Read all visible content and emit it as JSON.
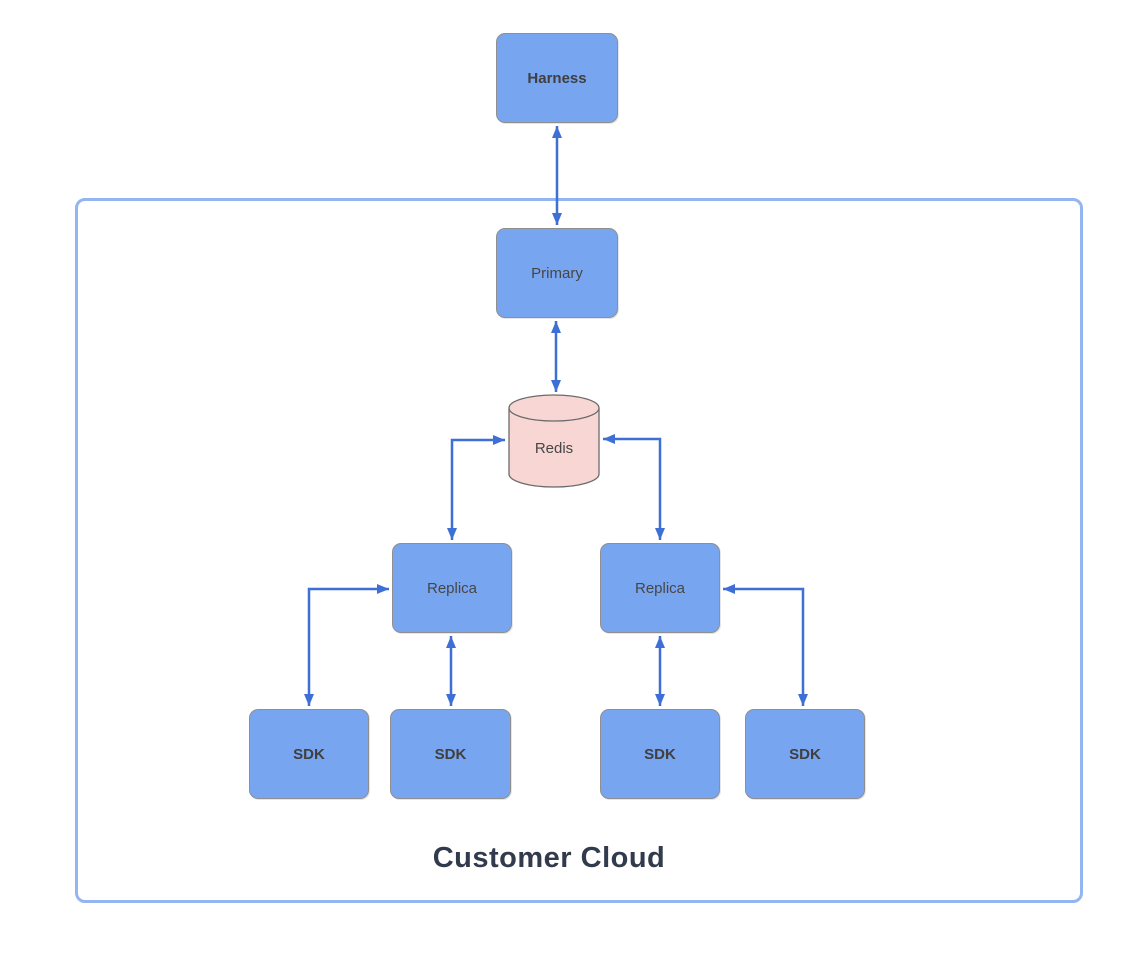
{
  "diagram": {
    "container": {
      "label": "Customer Cloud"
    },
    "nodes": {
      "harness": {
        "label": "Harness",
        "shape": "rectangle"
      },
      "primary": {
        "label": "Primary",
        "shape": "rectangle"
      },
      "redis": {
        "label": "Redis",
        "shape": "cylinder"
      },
      "replica_left": {
        "label": "Replica",
        "shape": "rectangle"
      },
      "replica_right": {
        "label": "Replica",
        "shape": "rectangle"
      },
      "sdk_1": {
        "label": "SDK",
        "shape": "rectangle"
      },
      "sdk_2": {
        "label": "SDK",
        "shape": "rectangle"
      },
      "sdk_3": {
        "label": "SDK",
        "shape": "rectangle"
      },
      "sdk_4": {
        "label": "SDK",
        "shape": "rectangle"
      }
    },
    "edges": [
      {
        "from": "harness",
        "to": "primary",
        "direction": "bidirectional"
      },
      {
        "from": "primary",
        "to": "redis",
        "direction": "bidirectional"
      },
      {
        "from": "redis",
        "to": "replica_left",
        "direction": "bidirectional"
      },
      {
        "from": "redis",
        "to": "replica_right",
        "direction": "bidirectional"
      },
      {
        "from": "replica_left",
        "to": "sdk_1",
        "direction": "bidirectional"
      },
      {
        "from": "replica_left",
        "to": "sdk_2",
        "direction": "bidirectional"
      },
      {
        "from": "replica_right",
        "to": "sdk_3",
        "direction": "bidirectional"
      },
      {
        "from": "replica_right",
        "to": "sdk_4",
        "direction": "bidirectional"
      }
    ],
    "colors": {
      "node_fill": "#78A5F0",
      "node_border": "#8F8F8F",
      "redis_fill": "#F8D6D4",
      "redis_border": "#6B6B6B",
      "arrow": "#3D6FD6",
      "container_border": "#93B5F1",
      "label_text": "#464646",
      "bold_label_text": "#3F3F3F",
      "container_label_text": "#323B4D"
    }
  }
}
